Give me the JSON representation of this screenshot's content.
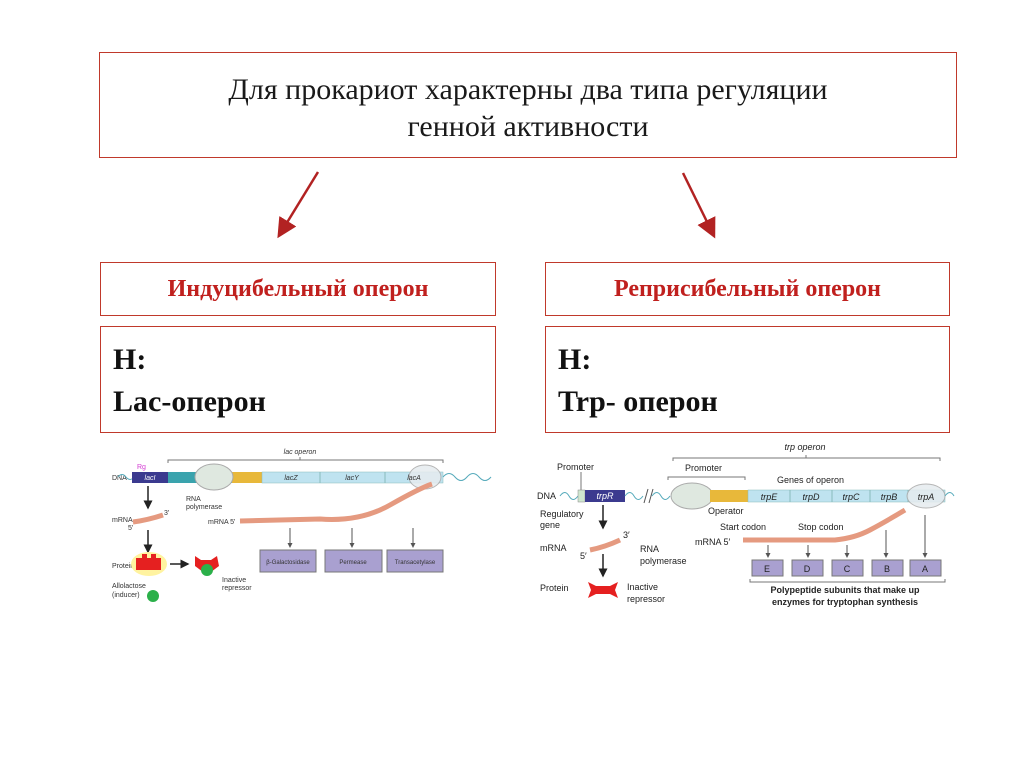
{
  "title": {
    "line1": "Для прокариот характерны два типа регуляции",
    "line2": "генной активности"
  },
  "left": {
    "type_label": "Индуцибельный оперон",
    "example_line1": "Н:",
    "example_line2": "Lac-оперон",
    "diagram": {
      "operon_label": "lac operon",
      "dna": "DNA",
      "rg": "Rg",
      "genes": [
        "lacI",
        "lacZ",
        "lacY",
        "lacA"
      ],
      "rna_polymerase": [
        "RNA",
        "polymerase"
      ],
      "mrna": "mRNA",
      "three_prime": "3'",
      "five_prime": "5'",
      "mrna5": "mRNA 5'",
      "protein": "Protein",
      "inducer": [
        "Allolactose",
        "(inducer)"
      ],
      "inactive": [
        "Inactive",
        "repressor"
      ],
      "enzymes": [
        "β-Galactosidase",
        "Permease",
        "Transacetylase"
      ]
    }
  },
  "right": {
    "type_label": "Реприсибельный оперон",
    "example_line1": "Н:",
    "example_line2": "Trp- оперон",
    "diagram": {
      "operon_label": "trp operon",
      "promoter": "Promoter",
      "promoter2": "Promoter",
      "genes_label": "Genes of operon",
      "dna": "DNA",
      "genes": [
        "trpR",
        "trpE",
        "trpD",
        "trpC",
        "trpB",
        "trpA"
      ],
      "regulatory": [
        "Regulatory",
        "gene"
      ],
      "operator": "Operator",
      "mrna": "mRNA",
      "three_prime": "3′",
      "five_prime": "5′",
      "mrna5": "mRNA 5′",
      "rna_polymerase": [
        "RNA",
        "polymerase"
      ],
      "start_codon": "Start codon",
      "stop_codon": "Stop codon",
      "protein": "Protein",
      "inactive": [
        "Inactive",
        "repressor"
      ],
      "subunits": [
        "E",
        "D",
        "C",
        "B",
        "A"
      ],
      "caption": [
        "Polypeptide subunits that make up",
        "enzymes for tryptophan synthesis"
      ]
    }
  },
  "colors": {
    "border": "#c0392b",
    "accent_text": "#c0201e",
    "arrow": "#b22222"
  }
}
